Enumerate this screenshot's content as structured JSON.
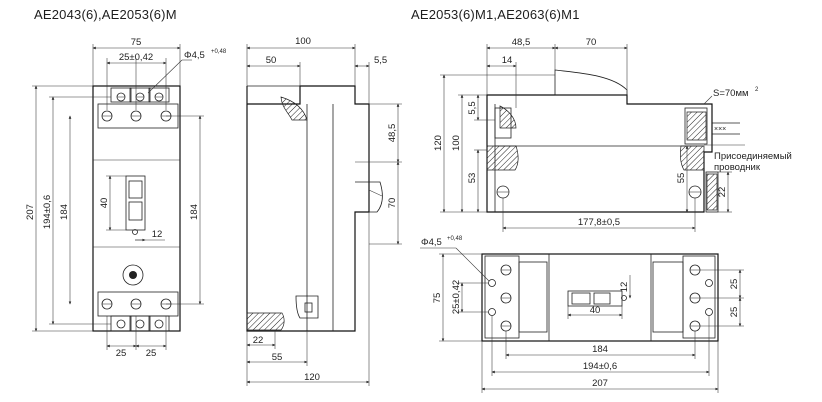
{
  "titles": {
    "left": "AE2043(6),AE2053(6)M",
    "right": "AE2053(6)M1,AE2063(6)M1"
  },
  "front_view": {
    "width_top": "75",
    "spacing_top": "25±0,42",
    "hole": "Φ4,5",
    "hole_tol": "+0,48",
    "height_total": "207",
    "height_holes": "194±0,6",
    "height_body": "184",
    "height_right": "184",
    "handle_width": "40",
    "handle_offset": "12",
    "spacing_bottom_1": "25",
    "spacing_bottom_2": "25"
  },
  "side_view": {
    "depth_100": "100",
    "depth_50": "50",
    "offset_5_5": "5,5",
    "height_48_5": "48,5",
    "height_70": "70",
    "base_22": "22",
    "base_55": "55",
    "depth_120": "120"
  },
  "side_view_m1": {
    "dim_48_5": "48,5",
    "dim_70": "70",
    "dim_14": "14",
    "dim_5_5": "5,5",
    "dim_120": "120",
    "dim_100": "100",
    "dim_53": "53",
    "dim_55": "55",
    "dim_22": "22",
    "dim_177_8": "177,8±0,5",
    "section_label": "S=70мм",
    "section_sup": "2",
    "conductor_line1": "Присоединяемый",
    "conductor_line2": "проводник"
  },
  "top_view_m1": {
    "hole": "Φ4,5",
    "hole_tol": "+0,48",
    "dim_75": "75",
    "dim_25_042": "25±0,42",
    "dim_12": "12",
    "dim_40": "40",
    "dim_25_a": "25",
    "dim_25_b": "25",
    "dim_184": "184",
    "dim_194": "194±0,6",
    "dim_207": "207"
  }
}
